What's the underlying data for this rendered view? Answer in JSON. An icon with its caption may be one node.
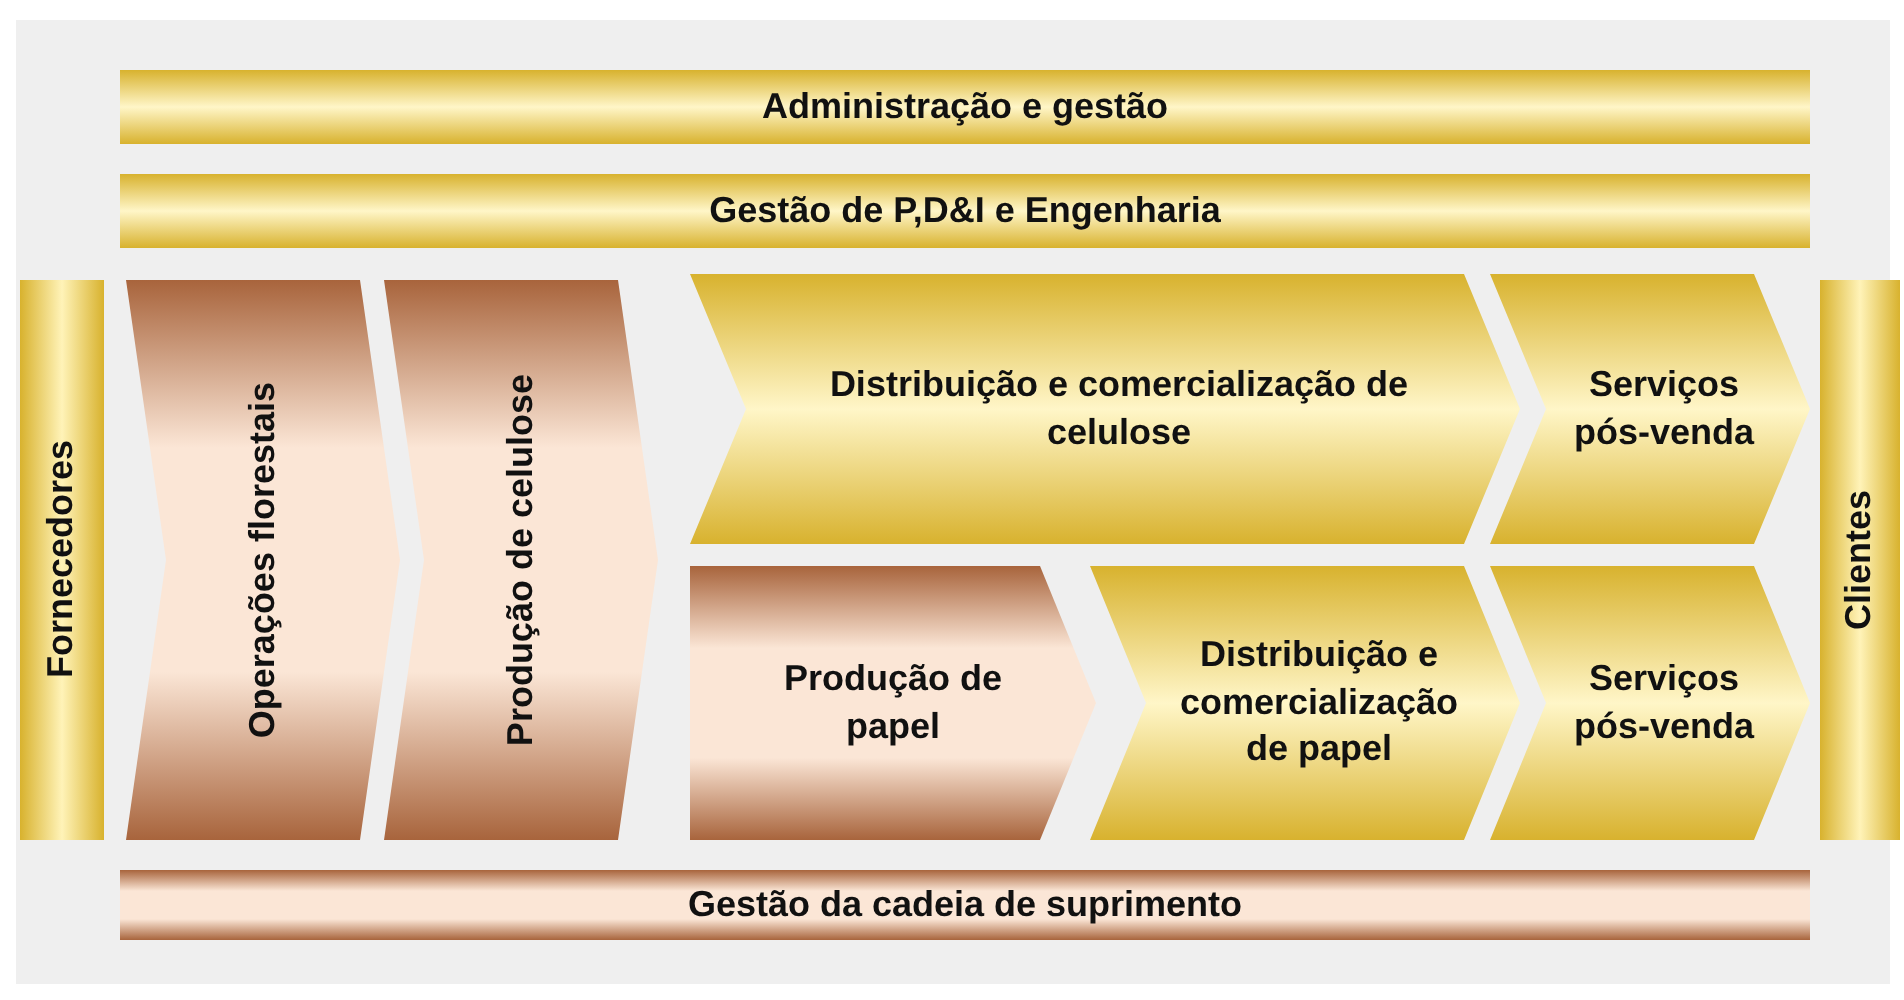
{
  "diagram": {
    "nodes": [
      {
        "text": [
          "Administração e gestão"
        ]
      },
      {
        "text": [
          "Gestão de P,D&I e Engenharia"
        ]
      },
      {
        "text": [
          "Fornecedores"
        ]
      },
      {
        "text": [
          "Operações florestais"
        ]
      },
      {
        "text": [
          "Produção de celulose"
        ]
      },
      {
        "text": [
          "Distribuição e comercialização de celulose"
        ]
      },
      {
        "text": [
          "Serviços pós-venda"
        ]
      },
      {
        "text": [
          "Produção de papel"
        ]
      },
      {
        "text": [
          "Distribuição e comercialização de papel"
        ]
      },
      {
        "text": [
          "Serviços pós-venda"
        ]
      },
      {
        "text": [
          "Clientes"
        ]
      },
      {
        "text": [
          "Gestão da cadeia de suprimento"
        ]
      }
    ]
  }
}
